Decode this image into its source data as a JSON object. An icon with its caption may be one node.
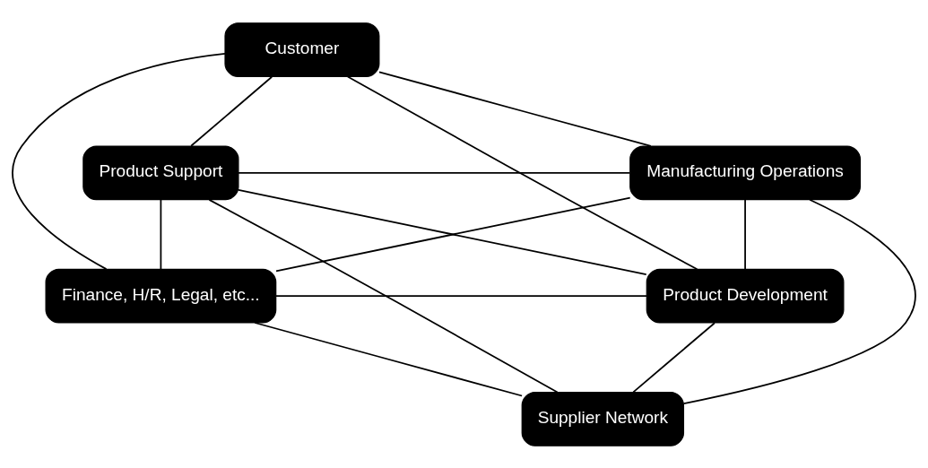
{
  "diagram": {
    "nodes": [
      {
        "text": [
          "Customer"
        ]
      },
      {
        "text": [
          "Product Support"
        ]
      },
      {
        "text": [
          "Manufacturing Operations"
        ]
      },
      {
        "text": [
          "Finance, H/R, Legal, etc..."
        ]
      },
      {
        "text": [
          "Product Development"
        ]
      },
      {
        "text": [
          "Supplier Network"
        ]
      }
    ],
    "edges": [
      {
        "from": 0,
        "to": 1,
        "arrow": "none"
      },
      {
        "from": 0,
        "to": 2,
        "arrow": "none"
      },
      {
        "from": 1,
        "to": 3,
        "arrow": "none"
      },
      {
        "from": 2,
        "to": 4,
        "arrow": "none"
      },
      {
        "from": 3,
        "to": 5,
        "arrow": "none"
      },
      {
        "from": 4,
        "to": 5,
        "arrow": "none"
      },
      {
        "from": 0,
        "to": 3,
        "arrow": "none"
      },
      {
        "from": 0,
        "to": 4,
        "arrow": "none"
      },
      {
        "from": 1,
        "to": 5,
        "arrow": "none"
      },
      {
        "from": 2,
        "to": 5,
        "arrow": "none"
      },
      {
        "from": 1,
        "to": 2,
        "arrow": "none"
      },
      {
        "from": 1,
        "to": 4,
        "arrow": "none"
      },
      {
        "from": 3,
        "to": 2,
        "arrow": "none"
      },
      {
        "from": 3,
        "to": 4,
        "arrow": "none"
      }
    ]
  }
}
